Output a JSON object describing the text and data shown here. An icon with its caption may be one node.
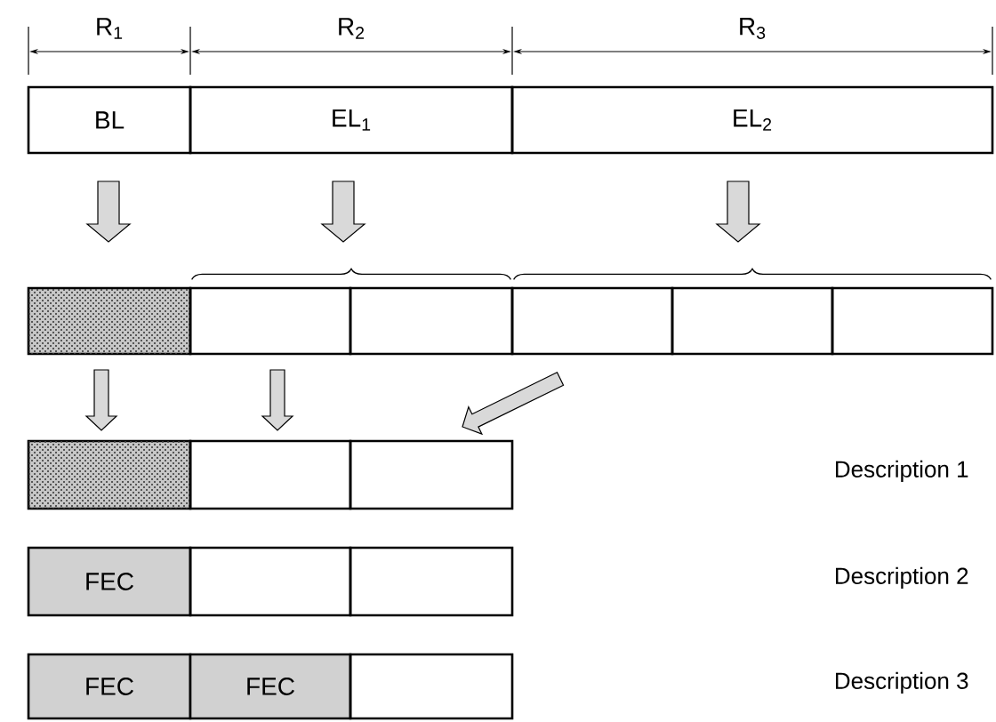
{
  "diagram": {
    "nodes": [
      {
        "text": [
          "BL"
        ]
      },
      {
        "text": [
          "EL$_{1}$"
        ]
      },
      {
        "text": [
          "EL$_{2}$"
        ]
      },
      {
        "text": [],
        "shape": "box"
      },
      {
        "text": [],
        "shape": "box"
      },
      {
        "text": [],
        "shape": "box"
      },
      {
        "text": [],
        "shape": "box"
      },
      {
        "text": [],
        "shape": "box"
      },
      {
        "text": [],
        "shape": "box"
      },
      {
        "text": [],
        "shape": "box"
      },
      {
        "text": [],
        "shape": "box"
      },
      {
        "text": [],
        "shape": "box"
      },
      {
        "text": [
          "FEC"
        ]
      },
      {
        "text": [],
        "shape": "box"
      },
      {
        "text": [],
        "shape": "box"
      },
      {
        "text": [
          "FEC"
        ]
      },
      {
        "text": [
          "FEC"
        ]
      },
      {
        "text": [],
        "shape": "box"
      },
      {
        "text": [],
        "shape": "brace"
      },
      {
        "text": [],
        "shape": "brace"
      }
    ],
    "edges": [
      {
        "from": 0,
        "to": 3,
        "arrow": "to"
      },
      {
        "from": 1,
        "to": 18,
        "arrow": "to"
      },
      {
        "from": 2,
        "to": 19,
        "arrow": "to"
      },
      {
        "from": 3,
        "to": 9,
        "arrow": "to"
      },
      {
        "from": 4,
        "to": 10,
        "arrow": "to"
      },
      {
        "from": 6,
        "to": 11,
        "arrow": "to"
      }
    ],
    "labels": [
      "R$_{1}$",
      "R$_{2}$",
      "R$_{3}$",
      "Description 1",
      "Description 2",
      "Description 3"
    ]
  }
}
